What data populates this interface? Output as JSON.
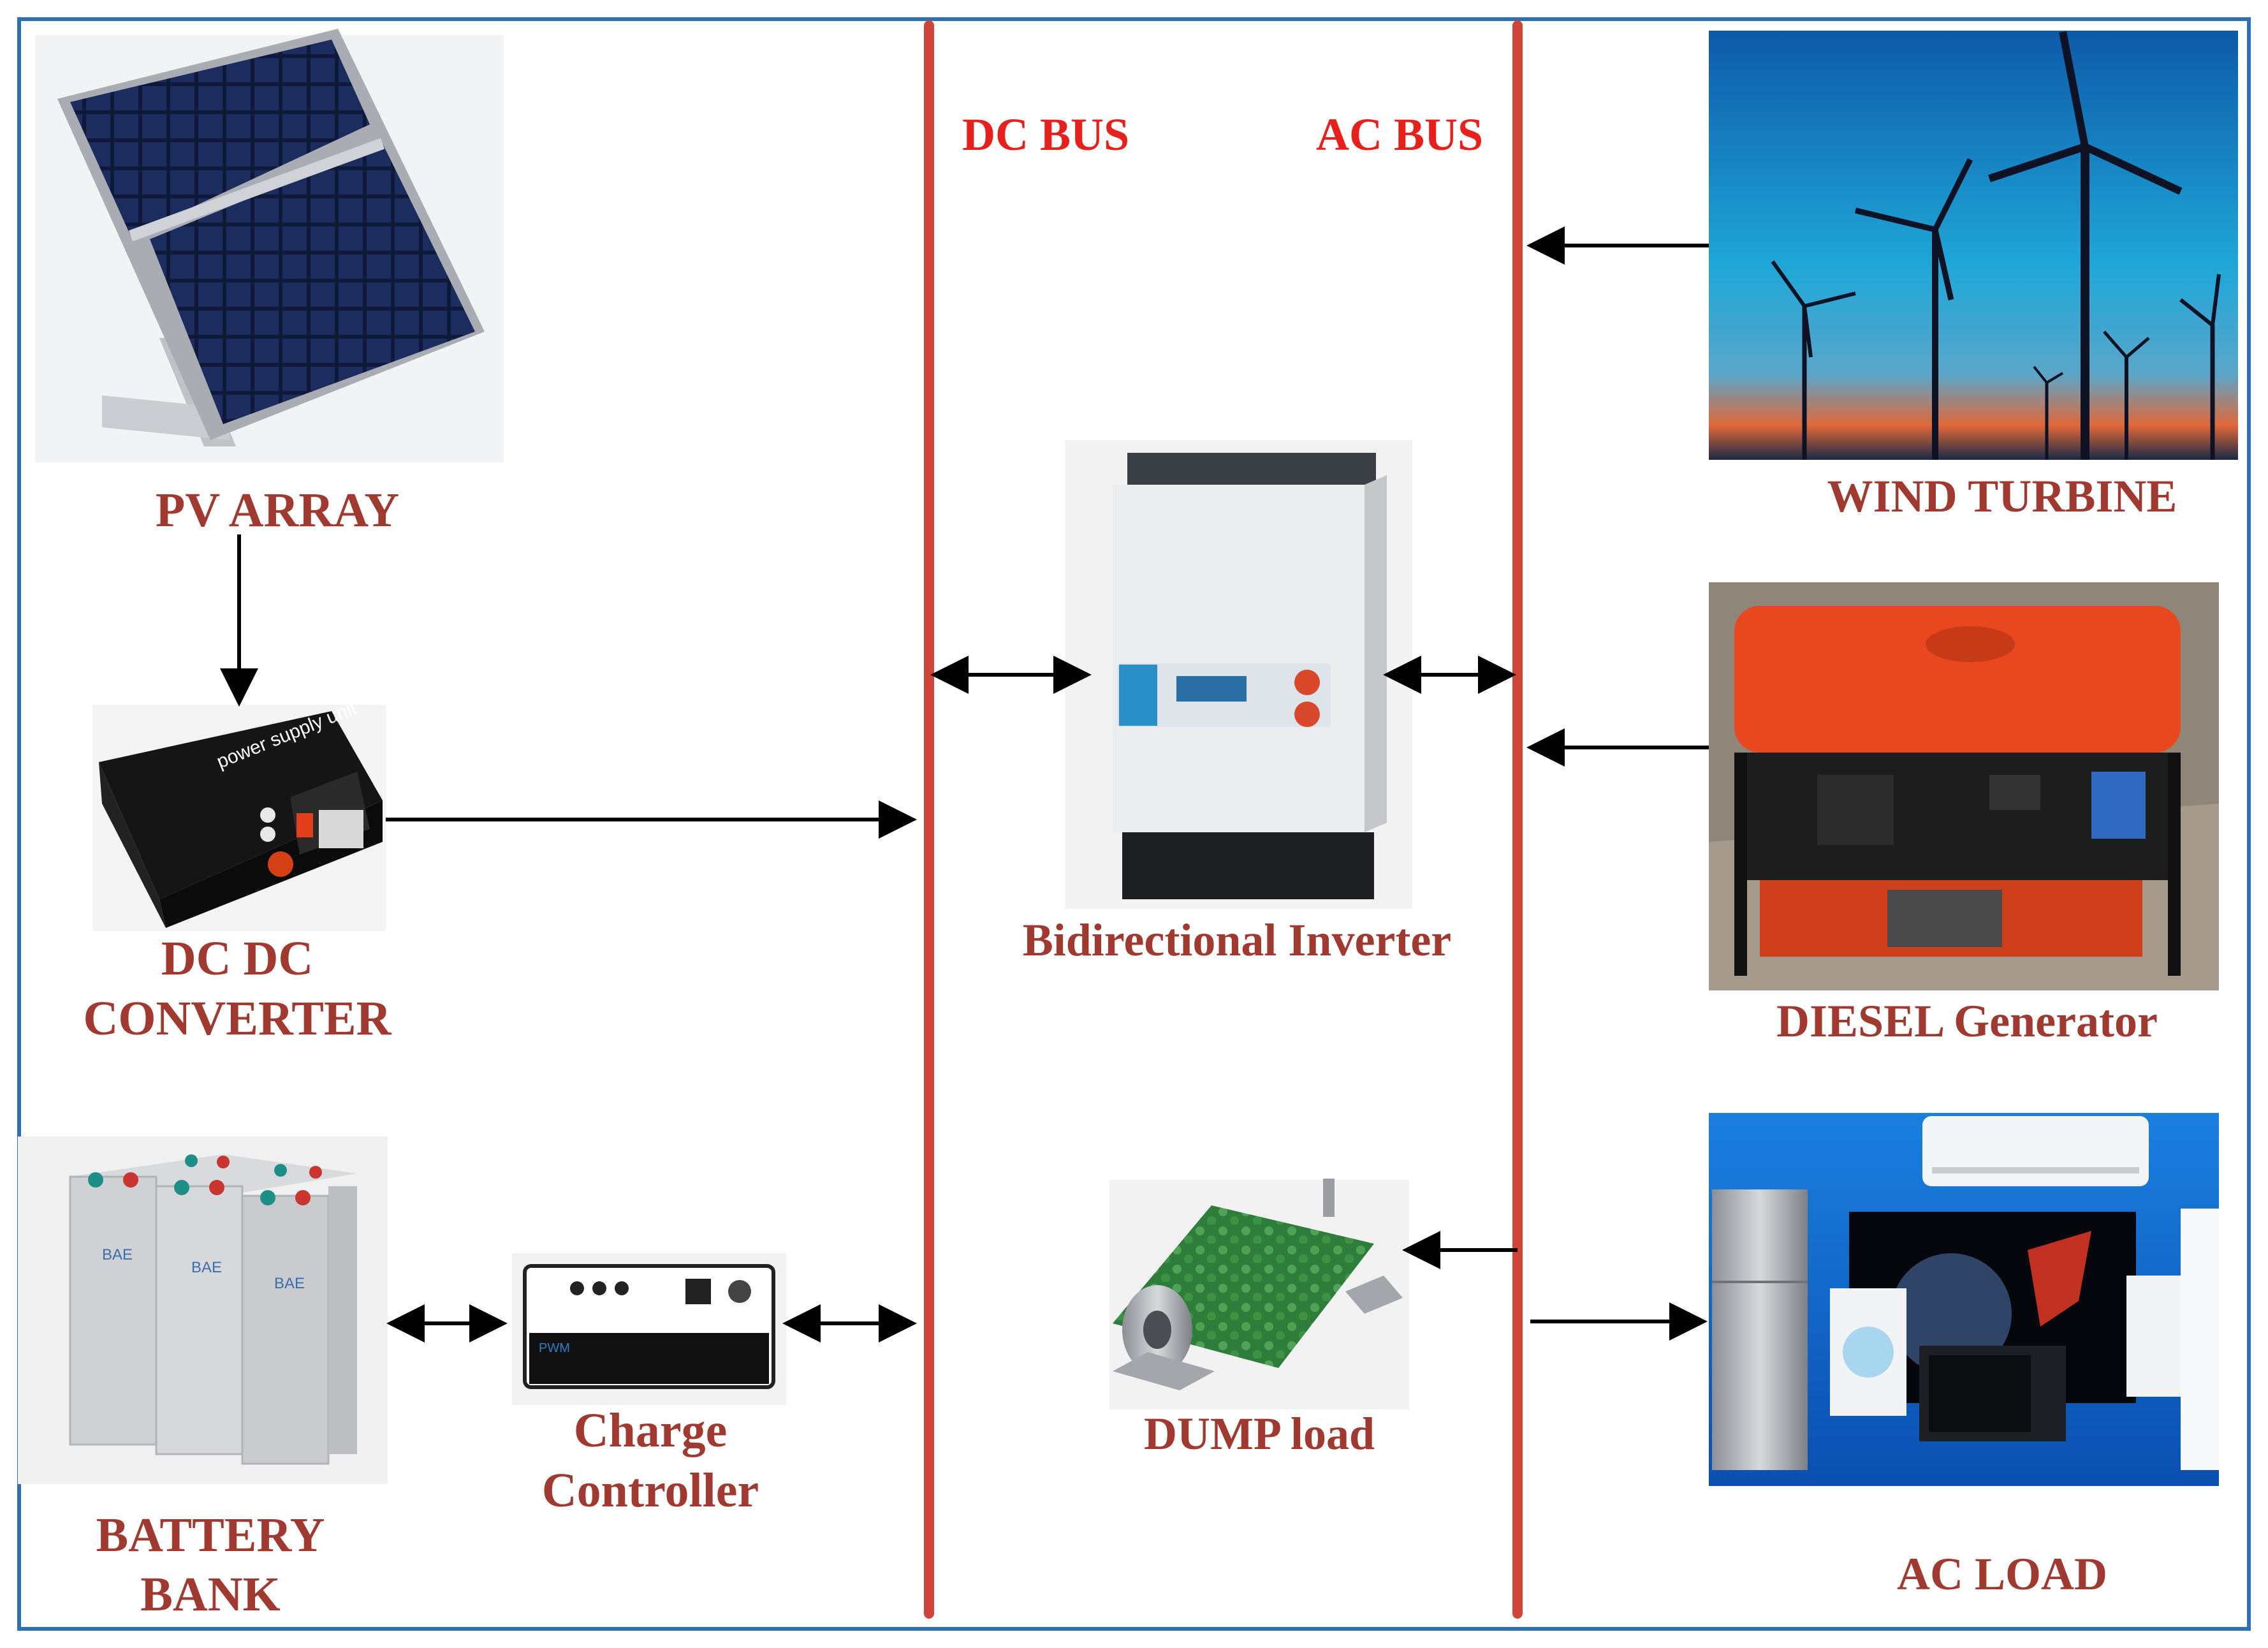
{
  "colors": {
    "frame": "#2f6fb3",
    "bus": "#d0453a",
    "bus_label": "#e8201c",
    "component_label": "#a03a31",
    "arrow": "#000000"
  },
  "buses": {
    "dc_label": "DC BUS",
    "ac_label": "AC BUS"
  },
  "components": {
    "pv_array": {
      "label": "PV ARRAY",
      "icon": "solar-panel-icon"
    },
    "dc_dc_converter": {
      "label_line1": "DC DC",
      "label_line2": "CONVERTER",
      "icon": "dc-dc-converter-icon"
    },
    "battery_bank": {
      "label_line1": "BATTERY",
      "label_line2": "BANK",
      "icon": "battery-bank-icon"
    },
    "charge_controller": {
      "label_line1": "Charge",
      "label_line2": "Controller",
      "icon": "charge-controller-icon"
    },
    "bidirectional_inverter": {
      "label": "Bidirectional Inverter",
      "icon": "inverter-icon"
    },
    "dump_load": {
      "label": "DUMP load",
      "icon": "resistor-icon"
    },
    "wind_turbine": {
      "label": "WIND TURBINE",
      "icon": "wind-turbine-icon"
    },
    "diesel_generator": {
      "label": "DIESEL Generator",
      "icon": "generator-icon"
    },
    "ac_load": {
      "label": "AC LOAD",
      "icon": "appliances-icon"
    }
  }
}
